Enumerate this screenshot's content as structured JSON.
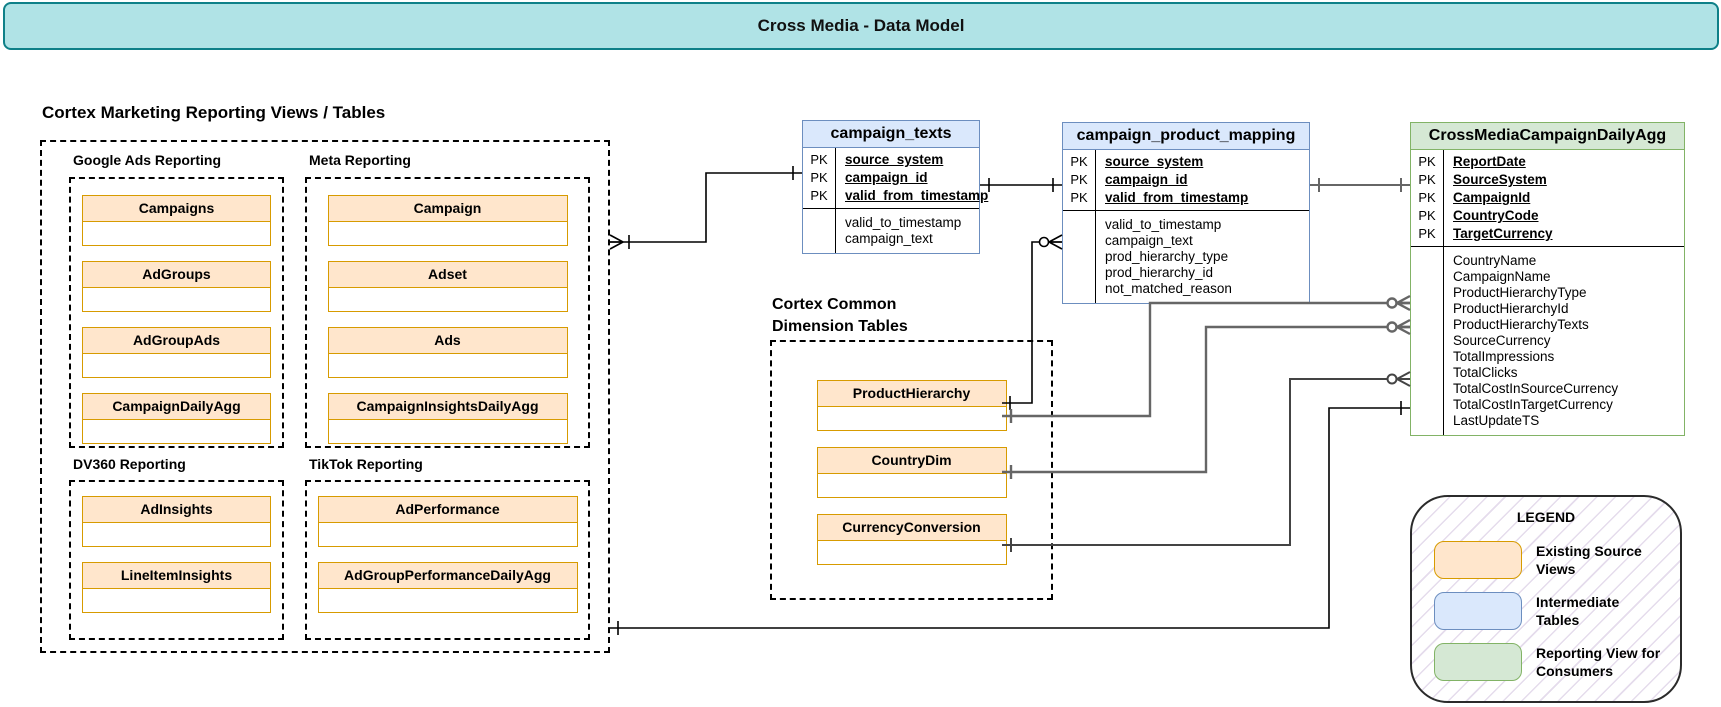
{
  "banner": {
    "title": "Cross Media - Data Model"
  },
  "marketing_section": {
    "title": "Cortex Marketing Reporting Views / Tables",
    "groups": [
      {
        "label": "Google Ads Reporting",
        "tables": [
          "Campaigns",
          "AdGroups",
          "AdGroupAds",
          "CampaignDailyAgg"
        ]
      },
      {
        "label": "Meta Reporting",
        "tables": [
          "Campaign",
          "Adset",
          "Ads",
          "CampaignInsightsDailyAgg"
        ]
      },
      {
        "label": "DV360 Reporting",
        "tables": [
          "AdInsights",
          "LineItemInsights"
        ]
      },
      {
        "label": "TikTok Reporting",
        "tables": [
          "AdPerformance",
          "AdGroupPerformanceDailyAgg"
        ]
      }
    ]
  },
  "dimension_section": {
    "title_line1": "Cortex Common",
    "title_line2": "Dimension Tables",
    "tables": [
      "ProductHierarchy",
      "CountryDim",
      "CurrencyConversion"
    ]
  },
  "entities": [
    {
      "name": "campaign_texts",
      "pk_label": "PK",
      "pk_fields": [
        "source_system",
        "campaign_id",
        "valid_from_timestamp"
      ],
      "fields": [
        "valid_to_timestamp",
        "campaign_text"
      ]
    },
    {
      "name": "campaign_product_mapping",
      "pk_label": "PK",
      "pk_fields": [
        "source_system",
        "campaign_id",
        "valid_from_timestamp"
      ],
      "fields": [
        "valid_to_timestamp",
        "campaign_text",
        "prod_hierarchy_type",
        "prod_hierarchy_id",
        "not_matched_reason"
      ]
    },
    {
      "name": "CrossMediaCampaignDailyAgg",
      "pk_label": "PK",
      "pk_fields": [
        "ReportDate",
        "SourceSystem",
        "CampaignId",
        "CountryCode",
        "TargetCurrency"
      ],
      "fields": [
        "CountryName",
        "CampaignName",
        "ProductHierarchyType",
        "ProductHierarchyId",
        "ProductHierarchyTexts",
        "SourceCurrency",
        "TotalImpressions",
        "TotalClicks",
        "TotalCostInSourceCurrency",
        "TotalCostInTargetCurrency",
        "LastUpdateTS"
      ]
    }
  ],
  "legend": {
    "title": "LEGEND",
    "items": [
      {
        "label": "Existing Source Views",
        "color": "#FFE6CC",
        "border": "#D79B00"
      },
      {
        "label": "Intermediate Tables",
        "color": "#DAE8FC",
        "border": "#6C8EBF"
      },
      {
        "label": "Reporting View for Consumers",
        "color": "#D5E8D4",
        "border": "#82B366"
      }
    ]
  },
  "colors": {
    "banner_fill": "#B0E3E6",
    "banner_border": "#0E8088",
    "source_view_fill": "#FFE6CC",
    "source_view_border": "#D79B00",
    "intermediate_fill": "#DAE8FC",
    "intermediate_border": "#6C8EBF",
    "reporting_fill": "#D5E8D4",
    "reporting_border": "#82B366"
  }
}
